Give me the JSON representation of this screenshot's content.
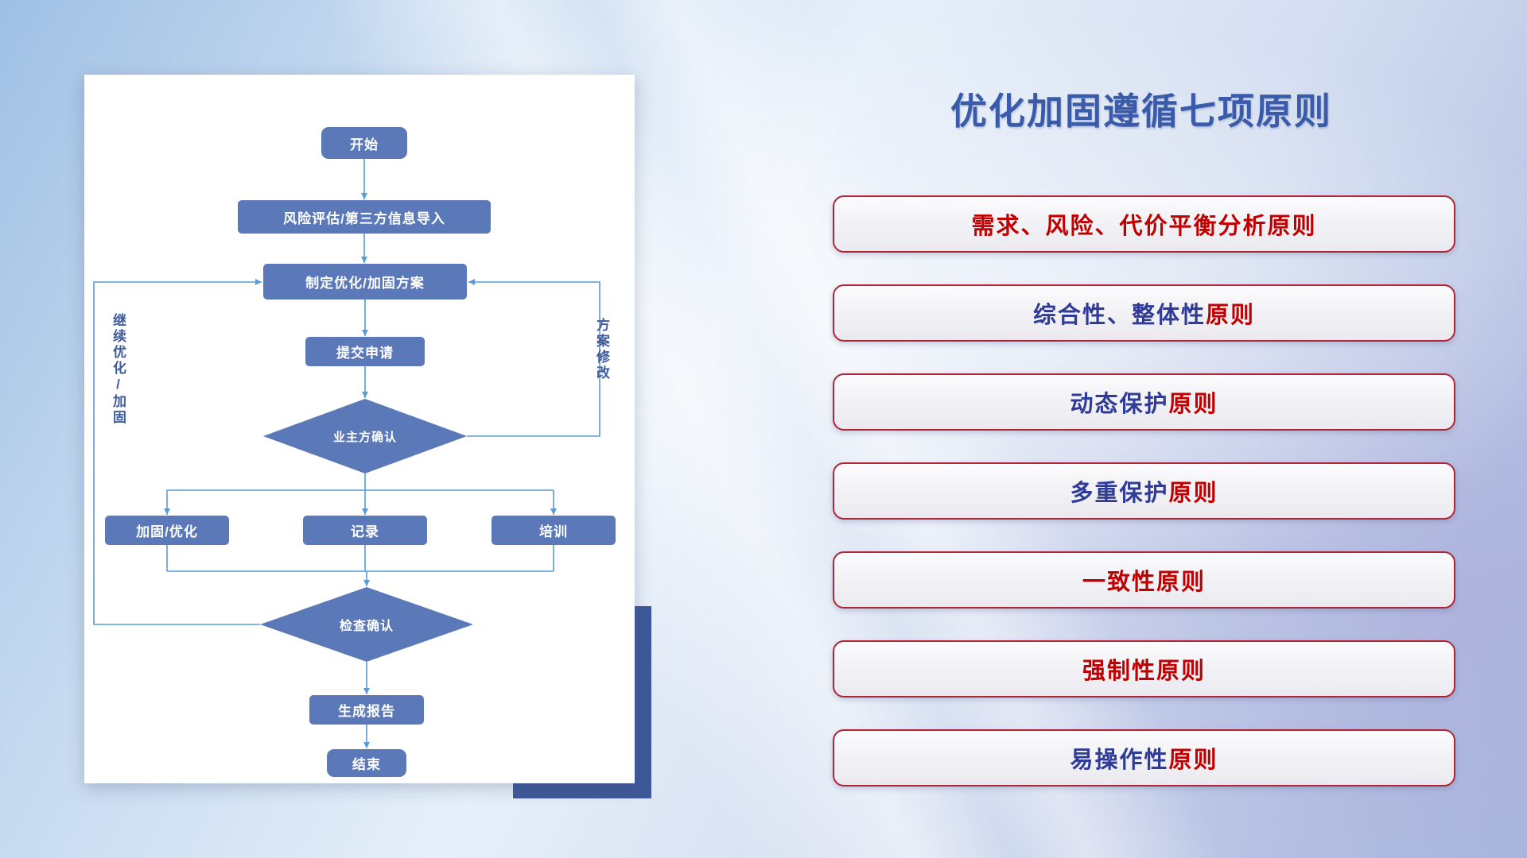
{
  "colors": {
    "title": "#3A5BA9",
    "node": "#5B79B8",
    "line": "#5B9BD5",
    "side_label": "#3E5C9C",
    "card_shadow": "#3E5899",
    "principle_border": "#B02538",
    "principle_red": "#C00000",
    "principle_navy": "#2F3B97"
  },
  "flowchart": {
    "nodes": {
      "start": "开始",
      "risk_import": "风险评估/第三方信息导入",
      "plan": "制定优化/加固方案",
      "submit": "提交申请",
      "owner_confirm": "业主方确认",
      "reinforce": "加固/优化",
      "record": "记录",
      "training": "培训",
      "check_confirm": "检查确认",
      "report": "生成报告",
      "end": "结束"
    },
    "loop_labels": {
      "left": "继续优化/加固",
      "right": "方案修改"
    }
  },
  "panel": {
    "title": "优化加固遵循七项原则",
    "principles": [
      {
        "lead": {
          "text": "需求、风险、代价平衡分析",
          "color": "#C00000"
        },
        "tail": {
          "text": "原则",
          "color": "#C00000"
        }
      },
      {
        "lead": {
          "text": "综合性、整体性",
          "color": "#2F3B97"
        },
        "tail": {
          "text": "原则",
          "color": "#C00000"
        }
      },
      {
        "lead": {
          "text": "动态保护",
          "color": "#2F3B97"
        },
        "tail": {
          "text": "原则",
          "color": "#C00000"
        }
      },
      {
        "lead": {
          "text": "多重保护",
          "color": "#2F3B97"
        },
        "tail": {
          "text": "原则",
          "color": "#C00000"
        }
      },
      {
        "lead": {
          "text": "一致性",
          "color": "#C00000"
        },
        "tail": {
          "text": "原则",
          "color": "#C00000"
        }
      },
      {
        "lead": {
          "text": "强制性",
          "color": "#C00000"
        },
        "tail": {
          "text": "原则",
          "color": "#C00000"
        }
      },
      {
        "lead": {
          "text": "易操作性",
          "color": "#2F3B97"
        },
        "tail": {
          "text": "原则",
          "color": "#C00000"
        }
      }
    ]
  }
}
